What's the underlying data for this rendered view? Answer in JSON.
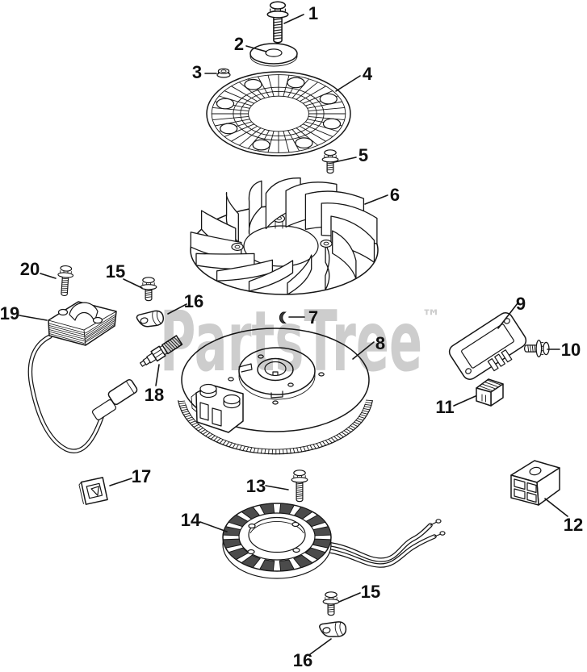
{
  "watermark": {
    "text": "PartsTree",
    "tm": "™",
    "color": "#c8c8c8"
  },
  "colors": {
    "line": "#161616",
    "background": "#ffffff",
    "label": "#101010",
    "pole_fill": "#4b4b4b"
  },
  "callouts": [
    "1",
    "2",
    "3",
    "4",
    "5",
    "6",
    "7",
    "8",
    "9",
    "10",
    "11",
    "12",
    "13",
    "14",
    "15",
    "16",
    "17",
    "18",
    "19",
    "20"
  ]
}
